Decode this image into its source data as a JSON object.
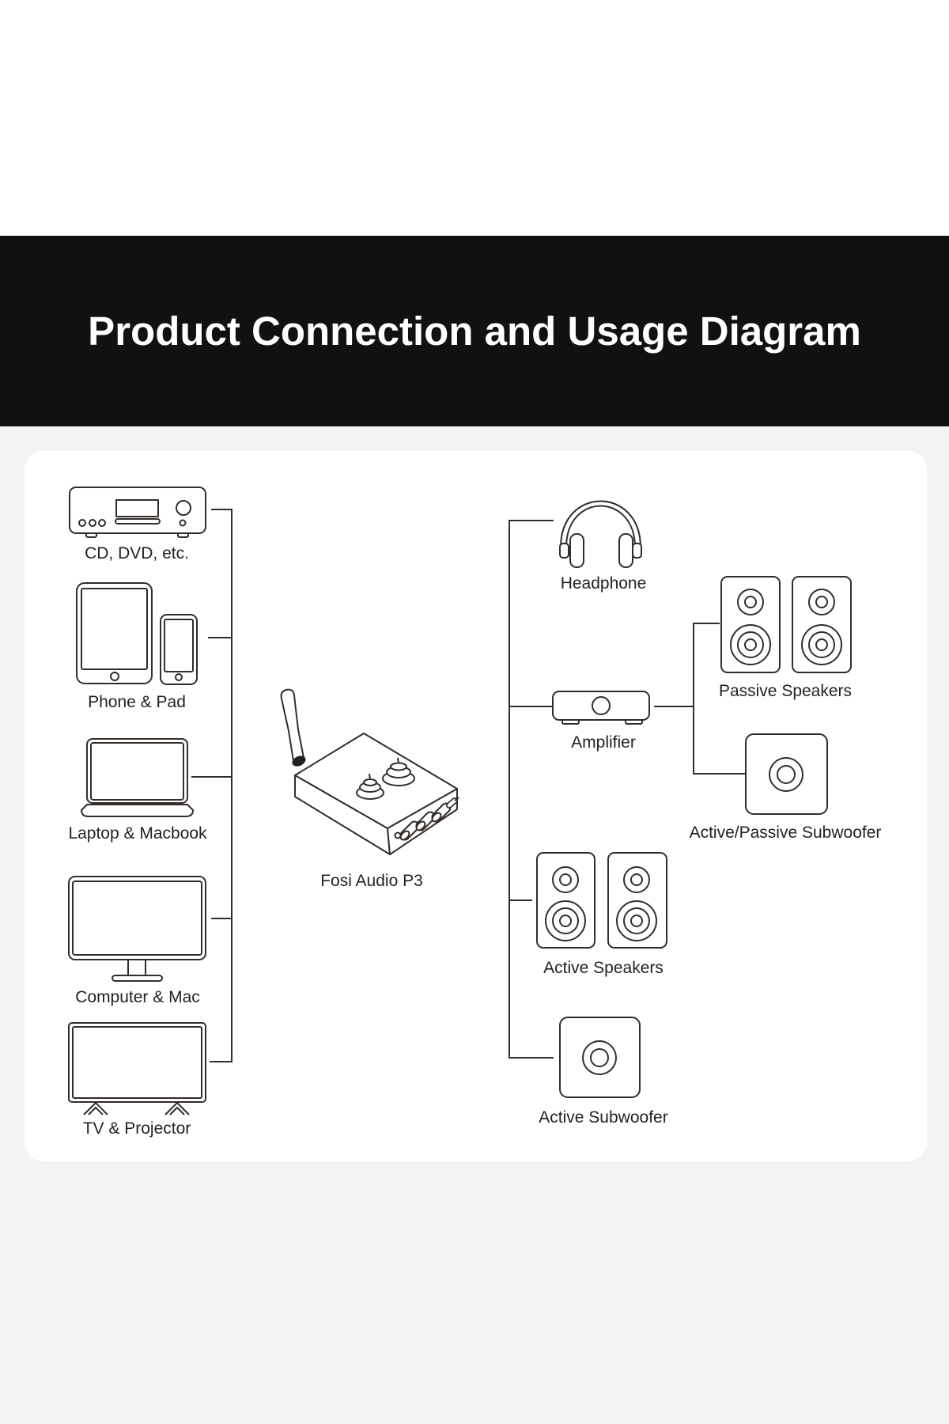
{
  "banner": {
    "title": "Product Connection and Usage Diagram"
  },
  "colors": {
    "banner_bg": "#121111",
    "banner_text": "#ffffff",
    "page_bg": "#f3f3f3",
    "card_bg": "#ffffff",
    "line_ink": "#332d2a",
    "label_ink": "#231f20"
  },
  "diagram": {
    "center_device": {
      "label": "Fosi Audio P3"
    },
    "sources": [
      {
        "label": "CD, DVD, etc."
      },
      {
        "label": "Phone & Pad"
      },
      {
        "label": "Laptop & Macbook"
      },
      {
        "label": "Computer & Mac"
      },
      {
        "label": "TV & Projector"
      }
    ],
    "outputs": [
      {
        "label": "Headphone"
      },
      {
        "label": "Amplifier"
      },
      {
        "label": "Passive Speakers"
      },
      {
        "label": "Active/Passive Subwoofer"
      },
      {
        "label": "Active Speakers"
      },
      {
        "label": "Active Subwoofer"
      }
    ]
  }
}
